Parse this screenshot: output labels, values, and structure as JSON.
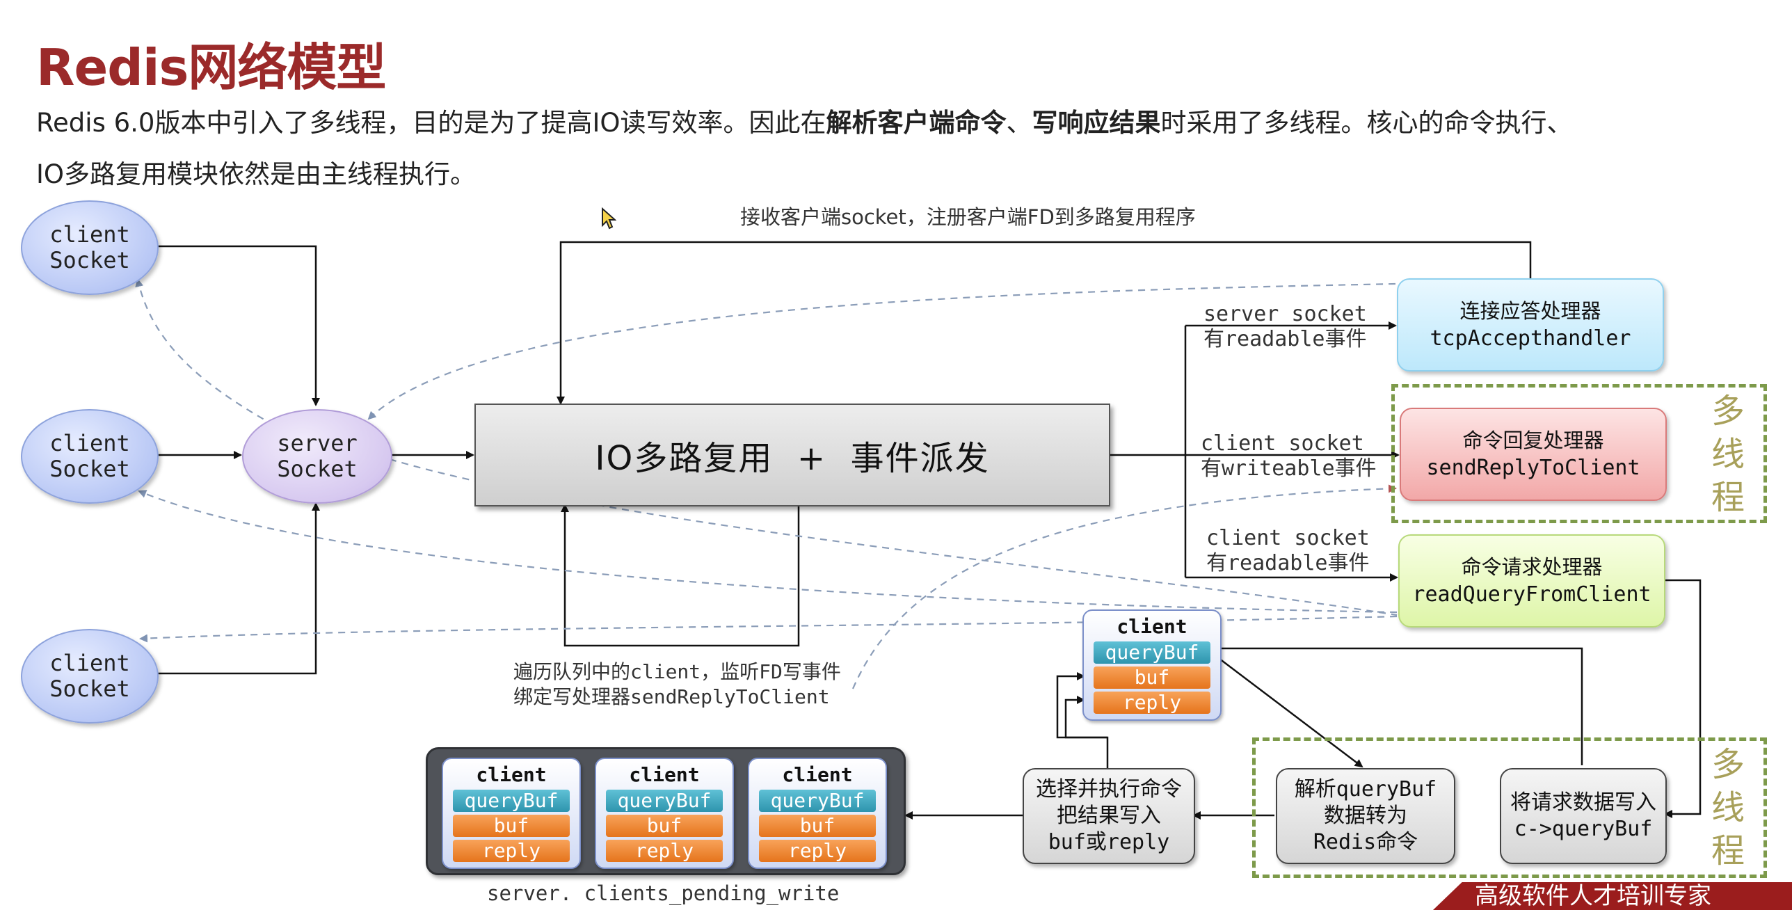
{
  "title": "Redis网络模型",
  "intro": {
    "part1": "Redis 6.0版本中引入了多线程，目的是为了提高IO读写效率。因此在",
    "bold1": "解析客户端命令",
    "sep": "、",
    "bold2": "写响应结果",
    "part2": "时采用了多线程。核心的命令执行、",
    "line2": "IO多路复用模块依然是由主线程执行。"
  },
  "clients": [
    {
      "line1": "client",
      "line2": "Socket"
    },
    {
      "line1": "client",
      "line2": "Socket"
    },
    {
      "line1": "client",
      "line2": "Socket"
    }
  ],
  "server_socket": {
    "line1": "server",
    "line2": "Socket"
  },
  "io_box": "IO多路复用  +  事件派发",
  "top_label": "接收客户端socket，注册客户端FD到多路复用程序",
  "events": [
    {
      "line1": "server socket",
      "line2": "有readable事件"
    },
    {
      "line1": "client socket",
      "line2": "有writeable事件"
    },
    {
      "line1": "client socket",
      "line2": "有readable事件"
    }
  ],
  "handlers": {
    "accept": {
      "cn": "连接应答处理器",
      "en": "tcpAccepthandler"
    },
    "reply": {
      "cn": "命令回复处理器",
      "en": "sendReplyToClient"
    },
    "read": {
      "cn": "命令请求处理器",
      "en": "readQueryFromClient"
    }
  },
  "multi_thread": [
    "多",
    "线",
    "程"
  ],
  "traverse_label": {
    "line1": "遍历队列中的client，监听FD写事件",
    "line2": "绑定写处理器sendReplyToClient"
  },
  "client_struct": {
    "title": "client",
    "query": "queryBuf",
    "buf": "buf",
    "reply": "reply"
  },
  "steps": {
    "exec": [
      "选择并执行命令",
      "把结果写入",
      "buf或reply"
    ],
    "parse": [
      "解析queryBuf",
      "数据转为",
      "Redis命令"
    ],
    "write": [
      "将请求数据写入",
      "c->queryBuf"
    ]
  },
  "pending_label": "server. clients_pending_write",
  "banner": "高级软件人才培训专家"
}
